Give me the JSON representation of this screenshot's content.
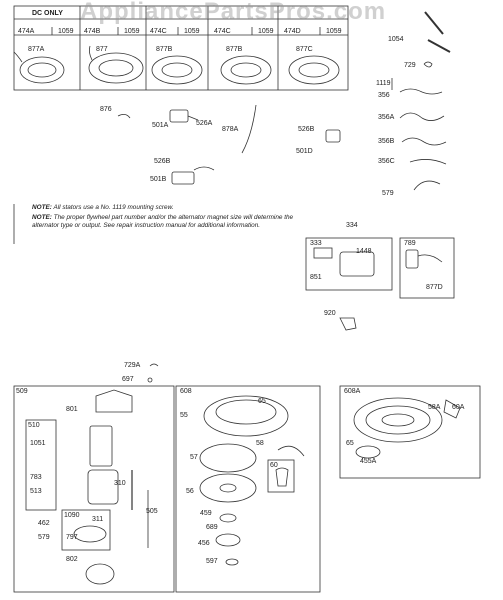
{
  "watermark": "AppliancePartsPros.com",
  "stator_group": {
    "dc_only": "DC ONLY",
    "columns": [
      {
        "title": "",
        "left_code": "474A",
        "right_code": "1059",
        "part": "877A"
      },
      {
        "title": "",
        "left_code": "474B",
        "right_code": "1059",
        "part": "877"
      },
      {
        "title": "",
        "left_code": "474C",
        "right_code": "1059",
        "part": "877B"
      },
      {
        "title": "",
        "left_code": "474C",
        "right_code": "1059",
        "part": "877B"
      },
      {
        "title": "",
        "left_code": "474D",
        "right_code": "1059",
        "part": "877C"
      }
    ]
  },
  "labels": {
    "p1054": "1054",
    "p729": "729",
    "p1119": "1119",
    "p356": "356",
    "p356a": "356A",
    "p356b": "356B",
    "p356c": "356C",
    "p579": "579",
    "p876": "876",
    "p501a": "501A",
    "p526a": "526A",
    "p878a": "878A",
    "p526b_top": "526B",
    "p501d": "501D",
    "p526b": "526B",
    "p501b": "501B",
    "p334": "334",
    "p333": "333",
    "p1448": "1448",
    "p851": "851",
    "p789": "789",
    "p877d": "877D",
    "p920": "920",
    "p729a": "729A",
    "p697": "697",
    "p509": "509",
    "p801": "801",
    "p510": "510",
    "p1051": "1051",
    "p783": "783",
    "p513": "513",
    "p310": "310",
    "p505": "505",
    "p1090": "1090",
    "p311": "311",
    "p462": "462",
    "p579b": "579",
    "p797": "797",
    "p802": "802",
    "p608": "608",
    "p65": "65",
    "p55": "55",
    "p58": "58",
    "p57": "57",
    "p60": "60",
    "p56": "56",
    "p459": "459",
    "p689": "689",
    "p456": "456",
    "p597": "597",
    "p608a": "608A",
    "p58a": "58A",
    "p60a": "60A",
    "p65b": "65",
    "p455a": "455A"
  },
  "notes": {
    "line1_prefix": "NOTE:",
    "line1": "All stators use a No. 1119 mounting screw.",
    "line2_prefix": "NOTE:",
    "line2": "The proper flywheel part number and/or the alternator magnet size will determine the alternator type or output. See repair instruction manual for additional information."
  }
}
